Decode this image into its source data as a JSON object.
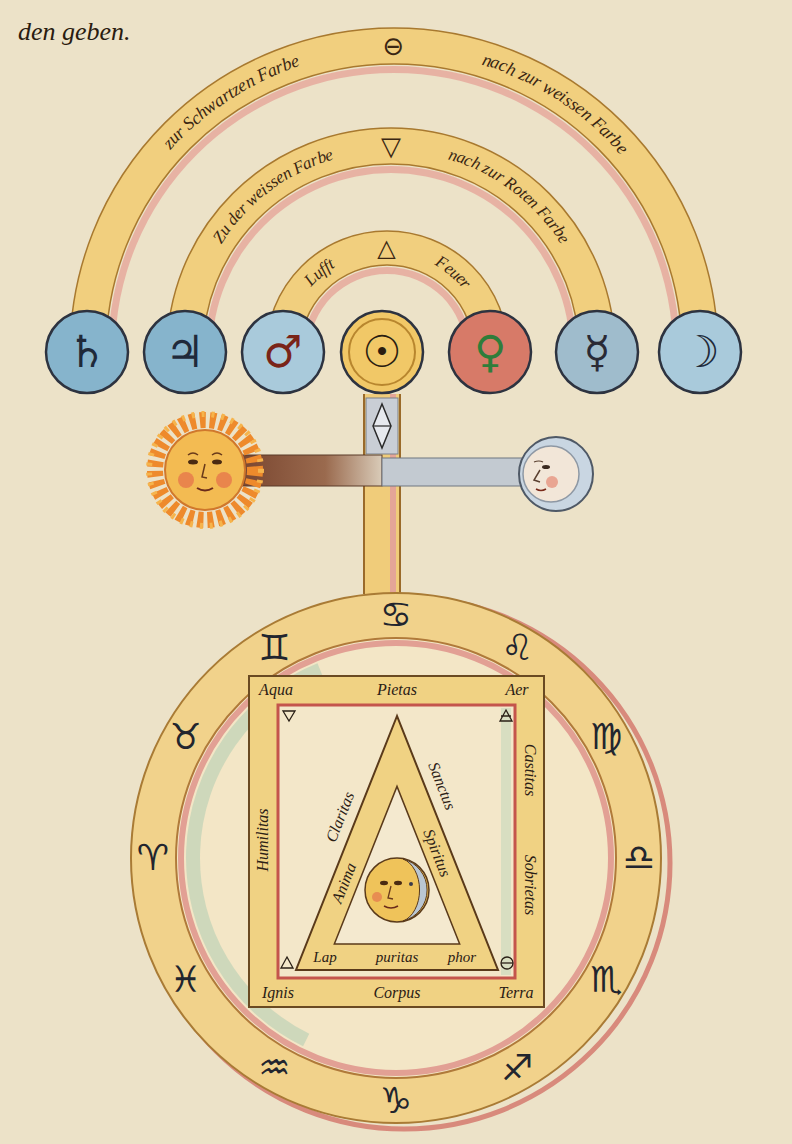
{
  "diagram": {
    "nodes": [
      {
        "text": [
          "zur Schwartzen Farbe",
          "⊖",
          "nach zur weissen Farbe"
        ]
      },
      {
        "text": [
          "Zu der weissen Farbe",
          "▽",
          "nach zur Roten Farbe"
        ]
      },
      {
        "text": [
          "Lufft",
          "△",
          "Feuer"
        ]
      },
      {
        "text": [
          "♄"
        ]
      },
      {
        "text": [
          "♃"
        ]
      },
      {
        "text": [
          "♂"
        ]
      },
      {
        "text": [
          "☉"
        ]
      },
      {
        "text": [
          "♀"
        ]
      },
      {
        "text": [
          "☿"
        ]
      },
      {
        "text": [
          "☽"
        ]
      },
      {
        "text": [
          "♊",
          "♋",
          "♌",
          "♍",
          "♎",
          "♏",
          "♐",
          "♑",
          "♒",
          "♓",
          "♈",
          "♉"
        ]
      },
      {
        "text": [
          "Aqua",
          "Pietas",
          "Aer",
          "Castitas",
          "Sobrietas",
          "Humilitas",
          "Ignis",
          "Corpus",
          "Terra"
        ],
        "in": 10
      },
      {
        "text": [
          "Claritas",
          "Anima",
          "Sanctus",
          "Spiritus",
          "Lap",
          "puritas",
          "phor"
        ],
        "in": 11
      }
    ],
    "edges": [
      {
        "from": 6,
        "to": 10,
        "arrow": "none"
      }
    ],
    "labels": [
      "den geben."
    ]
  }
}
